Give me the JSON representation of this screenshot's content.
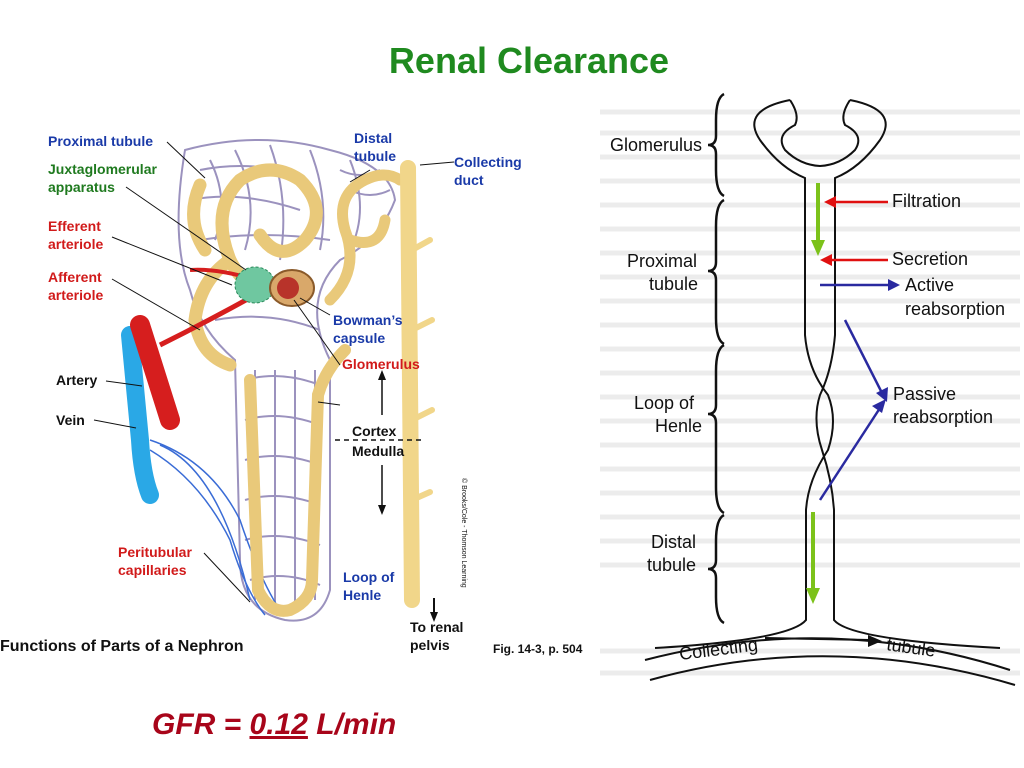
{
  "title": "Renal Clearance",
  "left_figure": {
    "labels": {
      "proximal_tubule": "Proximal tubule",
      "juxta_1": "Juxtaglomerular",
      "juxta_2": "apparatus",
      "efferent_1": "Efferent",
      "efferent_2": "arteriole",
      "afferent_1": "Afferent",
      "afferent_2": "arteriole",
      "artery": "Artery",
      "vein": "Vein",
      "peritubular_1": "Peritubular",
      "peritubular_2": "capillaries",
      "distal_1": "Distal",
      "distal_2": "tubule",
      "collecting_1": "Collecting",
      "collecting_2": "duct",
      "bowmans_1": "Bowman’s",
      "bowmans_2": "capsule",
      "glomerulus": "Glomerulus",
      "cortex": "Cortex",
      "medulla": "Medulla",
      "loop_1": "Loop of",
      "loop_2": "Henle",
      "renal_1": "To renal",
      "renal_2": "pelvis",
      "copyright": "© Brooks/Cole - Thomson Learning"
    },
    "caption": "Functions of Parts of a Nephron",
    "fig_ref": "Fig. 14-3, p. 504",
    "colors": {
      "blue_label": "#1a3aa8",
      "green_label": "#1f7a1f",
      "red_label": "#d11a1a"
    }
  },
  "right_figure": {
    "segments": {
      "glomerulus": "Glomerulus",
      "proximal_1": "Proximal",
      "proximal_2": "tubule",
      "loop_1": "Loop of",
      "loop_2": "Henle",
      "distal_1": "Distal",
      "distal_2": "tubule"
    },
    "processes": {
      "filtration": "Filtration",
      "secretion": "Secretion",
      "active_1": "Active",
      "active_2": "reabsorption",
      "passive_1": "Passive",
      "passive_2": "reabsorption"
    },
    "collecting_1": "Collecting",
    "collecting_2": "tubule",
    "colors": {
      "filtration": "#e01010",
      "reabsorption": "#2a2aa0",
      "flow": "#7cc21a"
    }
  },
  "gfr": {
    "prefix": "GFR = ",
    "value": "0.12",
    "unit": " L/min"
  }
}
